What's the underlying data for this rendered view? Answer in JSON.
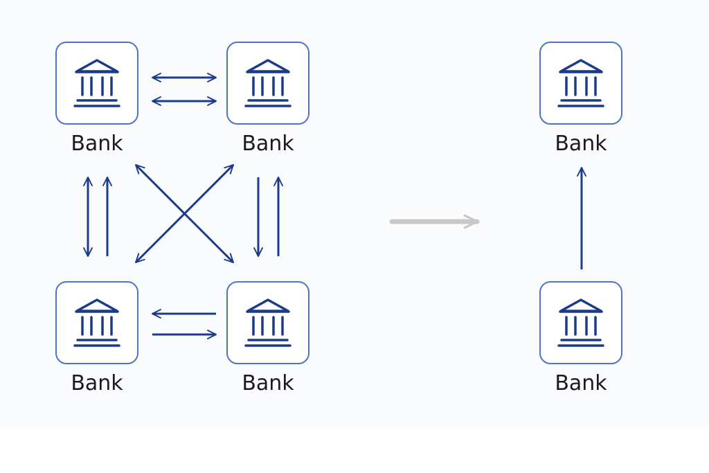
{
  "colors": {
    "arrow": "#1a3a8a",
    "box_border": "#4d73c6",
    "transition_arrow": "#c8c8c8",
    "label": "#1b1b1f",
    "panel_background": "#fafbfd"
  },
  "icon": "bank-building-icon",
  "left_network": {
    "nodes": [
      {
        "label": "Bank"
      },
      {
        "label": "Bank"
      },
      {
        "label": "Bank"
      },
      {
        "label": "Bank"
      }
    ]
  },
  "right_network": {
    "nodes": [
      {
        "label": "Bank"
      },
      {
        "label": "Bank"
      }
    ]
  }
}
